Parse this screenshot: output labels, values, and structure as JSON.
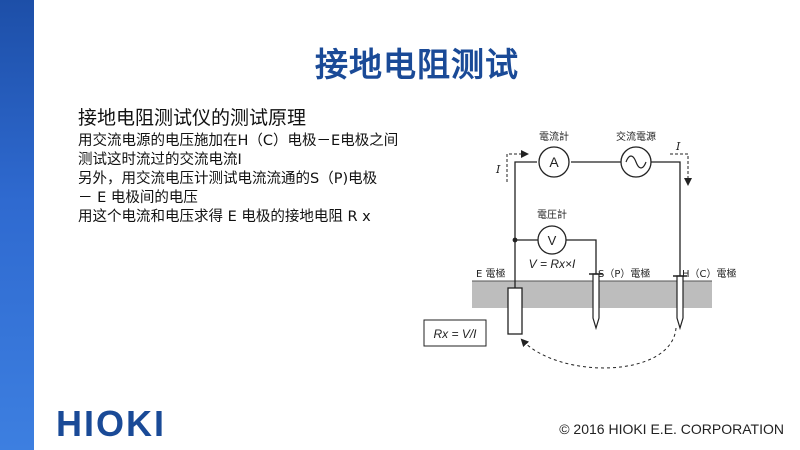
{
  "slide": {
    "title": "接地电阻测试",
    "copyright": "© 2016  HIOKI E.E. CORPORATION",
    "logo": "HIOKI"
  },
  "text": {
    "heading": "接地电阻测试仪的测试原理",
    "lines": [
      "用交流电源的电压施加在H（C）电极－E电极之间",
      "测试这时流过的交流电流I",
      "另外，用交流电压计测试电流流通的S（P)电极",
      "－ E 电极间的电压",
      "用这个电流和电压求得 E 电极的接地电阻 R x"
    ]
  },
  "diagram": {
    "ammeter_label": "電流計",
    "ammeter_symbol": "A",
    "source_label": "交流電源",
    "voltmeter_label": "電圧計",
    "voltmeter_symbol": "V",
    "current_symbol": "I",
    "voltage_equation": "V = Rx×I",
    "e_electrode": "E 電極",
    "s_electrode": "S（P）電極",
    "h_electrode": "H（C）電極",
    "result_box": "Rx = V/I",
    "colors": {
      "ground": "#bdbdbd",
      "line": "#222222"
    }
  }
}
